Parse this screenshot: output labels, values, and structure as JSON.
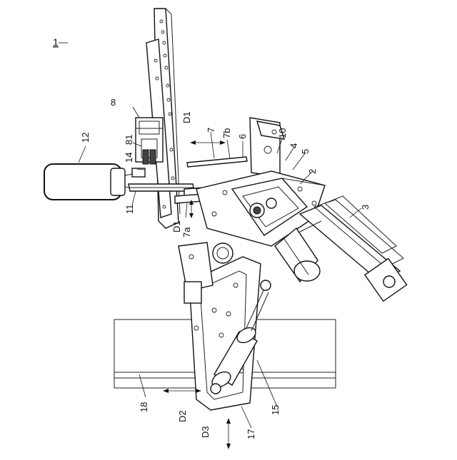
{
  "figure": {
    "number_label": "1",
    "labels": {
      "l1": "1",
      "l2": "2",
      "l3": "3",
      "l4": "4",
      "l5": "5",
      "l6": "6",
      "l7": "7",
      "l7a": "7a",
      "l7b": "7b",
      "l8": "8",
      "l10": "10",
      "l11": "11",
      "l12": "12",
      "l14": "14",
      "l15": "15",
      "l17": "17",
      "l18": "18",
      "l81": "81"
    },
    "directions": {
      "d1_top": "D1",
      "d1_bottom": "D1",
      "d2": "D2",
      "d3": "D3"
    }
  }
}
